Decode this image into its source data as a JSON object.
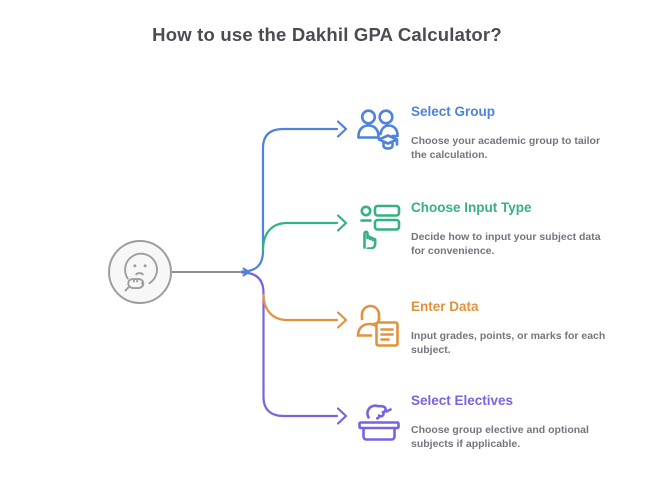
{
  "title": "How to use the Dakhil GPA Calculator?",
  "palette": {
    "title_text": "#4b4b53",
    "description_text": "#75757f",
    "background": "#ffffff",
    "center_circle_border": "#9e9e9e",
    "center_circle_fill": "#f7f7f7",
    "stem_gray": "#909090",
    "blue": "#4d82dd",
    "green": "#35b183",
    "orange": "#e2923d",
    "purple": "#7a62e0"
  },
  "center": {
    "icon": "thinking-face-icon"
  },
  "steps": [
    {
      "title": "Select Group",
      "description": "Choose your academic group to tailor the calculation.",
      "color": "#4d82dd",
      "icon": "group-graduation-icon"
    },
    {
      "title": "Choose Input Type",
      "description": "Decide how to input your subject data for convenience.",
      "color": "#35b183",
      "icon": "hand-select-list-icon"
    },
    {
      "title": "Enter Data",
      "description": "Input grades, points, or marks for each subject.",
      "color": "#e2923d",
      "icon": "person-headset-document-icon"
    },
    {
      "title": "Select Electives",
      "description": "Choose group elective and optional subjects if applicable.",
      "color": "#7a62e0",
      "icon": "hand-ballot-box-icon"
    }
  ]
}
